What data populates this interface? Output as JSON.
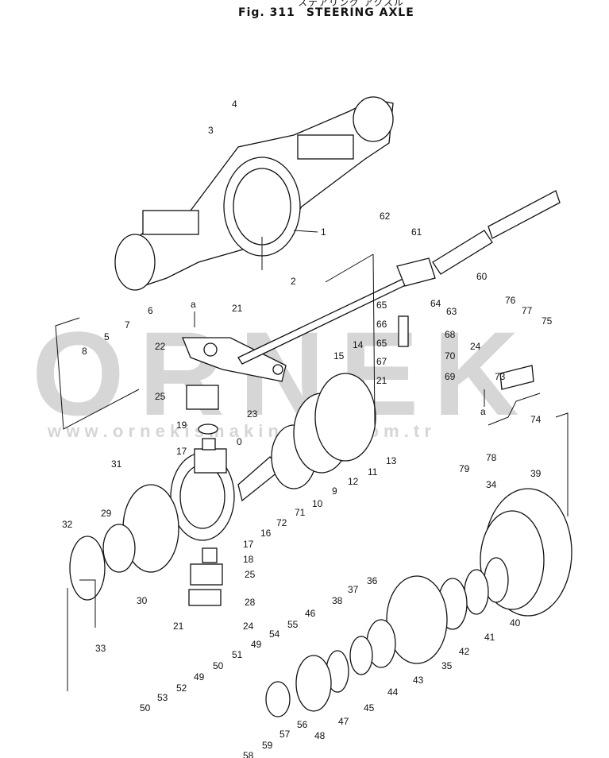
{
  "figure": {
    "japanese_title": "ステアリング アクスル",
    "number": "Fig. 311",
    "title": "STEERING AXLE"
  },
  "watermark": {
    "brand": "ORNEK",
    "url": "w w w . o r n e k i s m a k i n a l a r i . c o m . t r",
    "color": "#d6d6d6"
  },
  "view_markers": {
    "a_top": "a",
    "a_right": "a"
  },
  "parts": [
    {
      "no": "1"
    },
    {
      "no": "2"
    },
    {
      "no": "3"
    },
    {
      "no": "4"
    },
    {
      "no": "5"
    },
    {
      "no": "6"
    },
    {
      "no": "7"
    },
    {
      "no": "8"
    },
    {
      "no": "9"
    },
    {
      "no": "10"
    },
    {
      "no": "11"
    },
    {
      "no": "12"
    },
    {
      "no": "13"
    },
    {
      "no": "14"
    },
    {
      "no": "15"
    },
    {
      "no": "16"
    },
    {
      "no": "17"
    },
    {
      "no": "17"
    },
    {
      "no": "18"
    },
    {
      "no": "19"
    },
    {
      "no": "21"
    },
    {
      "no": "21"
    },
    {
      "no": "21"
    },
    {
      "no": "22"
    },
    {
      "no": "23"
    },
    {
      "no": "24"
    },
    {
      "no": "24"
    },
    {
      "no": "25"
    },
    {
      "no": "25"
    },
    {
      "no": "28"
    },
    {
      "no": "29"
    },
    {
      "no": "30"
    },
    {
      "no": "31"
    },
    {
      "no": "32"
    },
    {
      "no": "33"
    },
    {
      "no": "34"
    },
    {
      "no": "35"
    },
    {
      "no": "36"
    },
    {
      "no": "37"
    },
    {
      "no": "38"
    },
    {
      "no": "39"
    },
    {
      "no": "40"
    },
    {
      "no": "41"
    },
    {
      "no": "42"
    },
    {
      "no": "43"
    },
    {
      "no": "44"
    },
    {
      "no": "45"
    },
    {
      "no": "46"
    },
    {
      "no": "47"
    },
    {
      "no": "48"
    },
    {
      "no": "49"
    },
    {
      "no": "49"
    },
    {
      "no": "50"
    },
    {
      "no": "50"
    },
    {
      "no": "51"
    },
    {
      "no": "52"
    },
    {
      "no": "53"
    },
    {
      "no": "54"
    },
    {
      "no": "55"
    },
    {
      "no": "56"
    },
    {
      "no": "57"
    },
    {
      "no": "58"
    },
    {
      "no": "59"
    },
    {
      "no": "60"
    },
    {
      "no": "61"
    },
    {
      "no": "62"
    },
    {
      "no": "63"
    },
    {
      "no": "64"
    },
    {
      "no": "65"
    },
    {
      "no": "65"
    },
    {
      "no": "66"
    },
    {
      "no": "67"
    },
    {
      "no": "68"
    },
    {
      "no": "69"
    },
    {
      "no": "70"
    },
    {
      "no": "71"
    },
    {
      "no": "72"
    },
    {
      "no": "73"
    },
    {
      "no": "74"
    },
    {
      "no": "75"
    },
    {
      "no": "76"
    },
    {
      "no": "77"
    },
    {
      "no": "78"
    },
    {
      "no": "79"
    },
    {
      "no": "0"
    }
  ]
}
